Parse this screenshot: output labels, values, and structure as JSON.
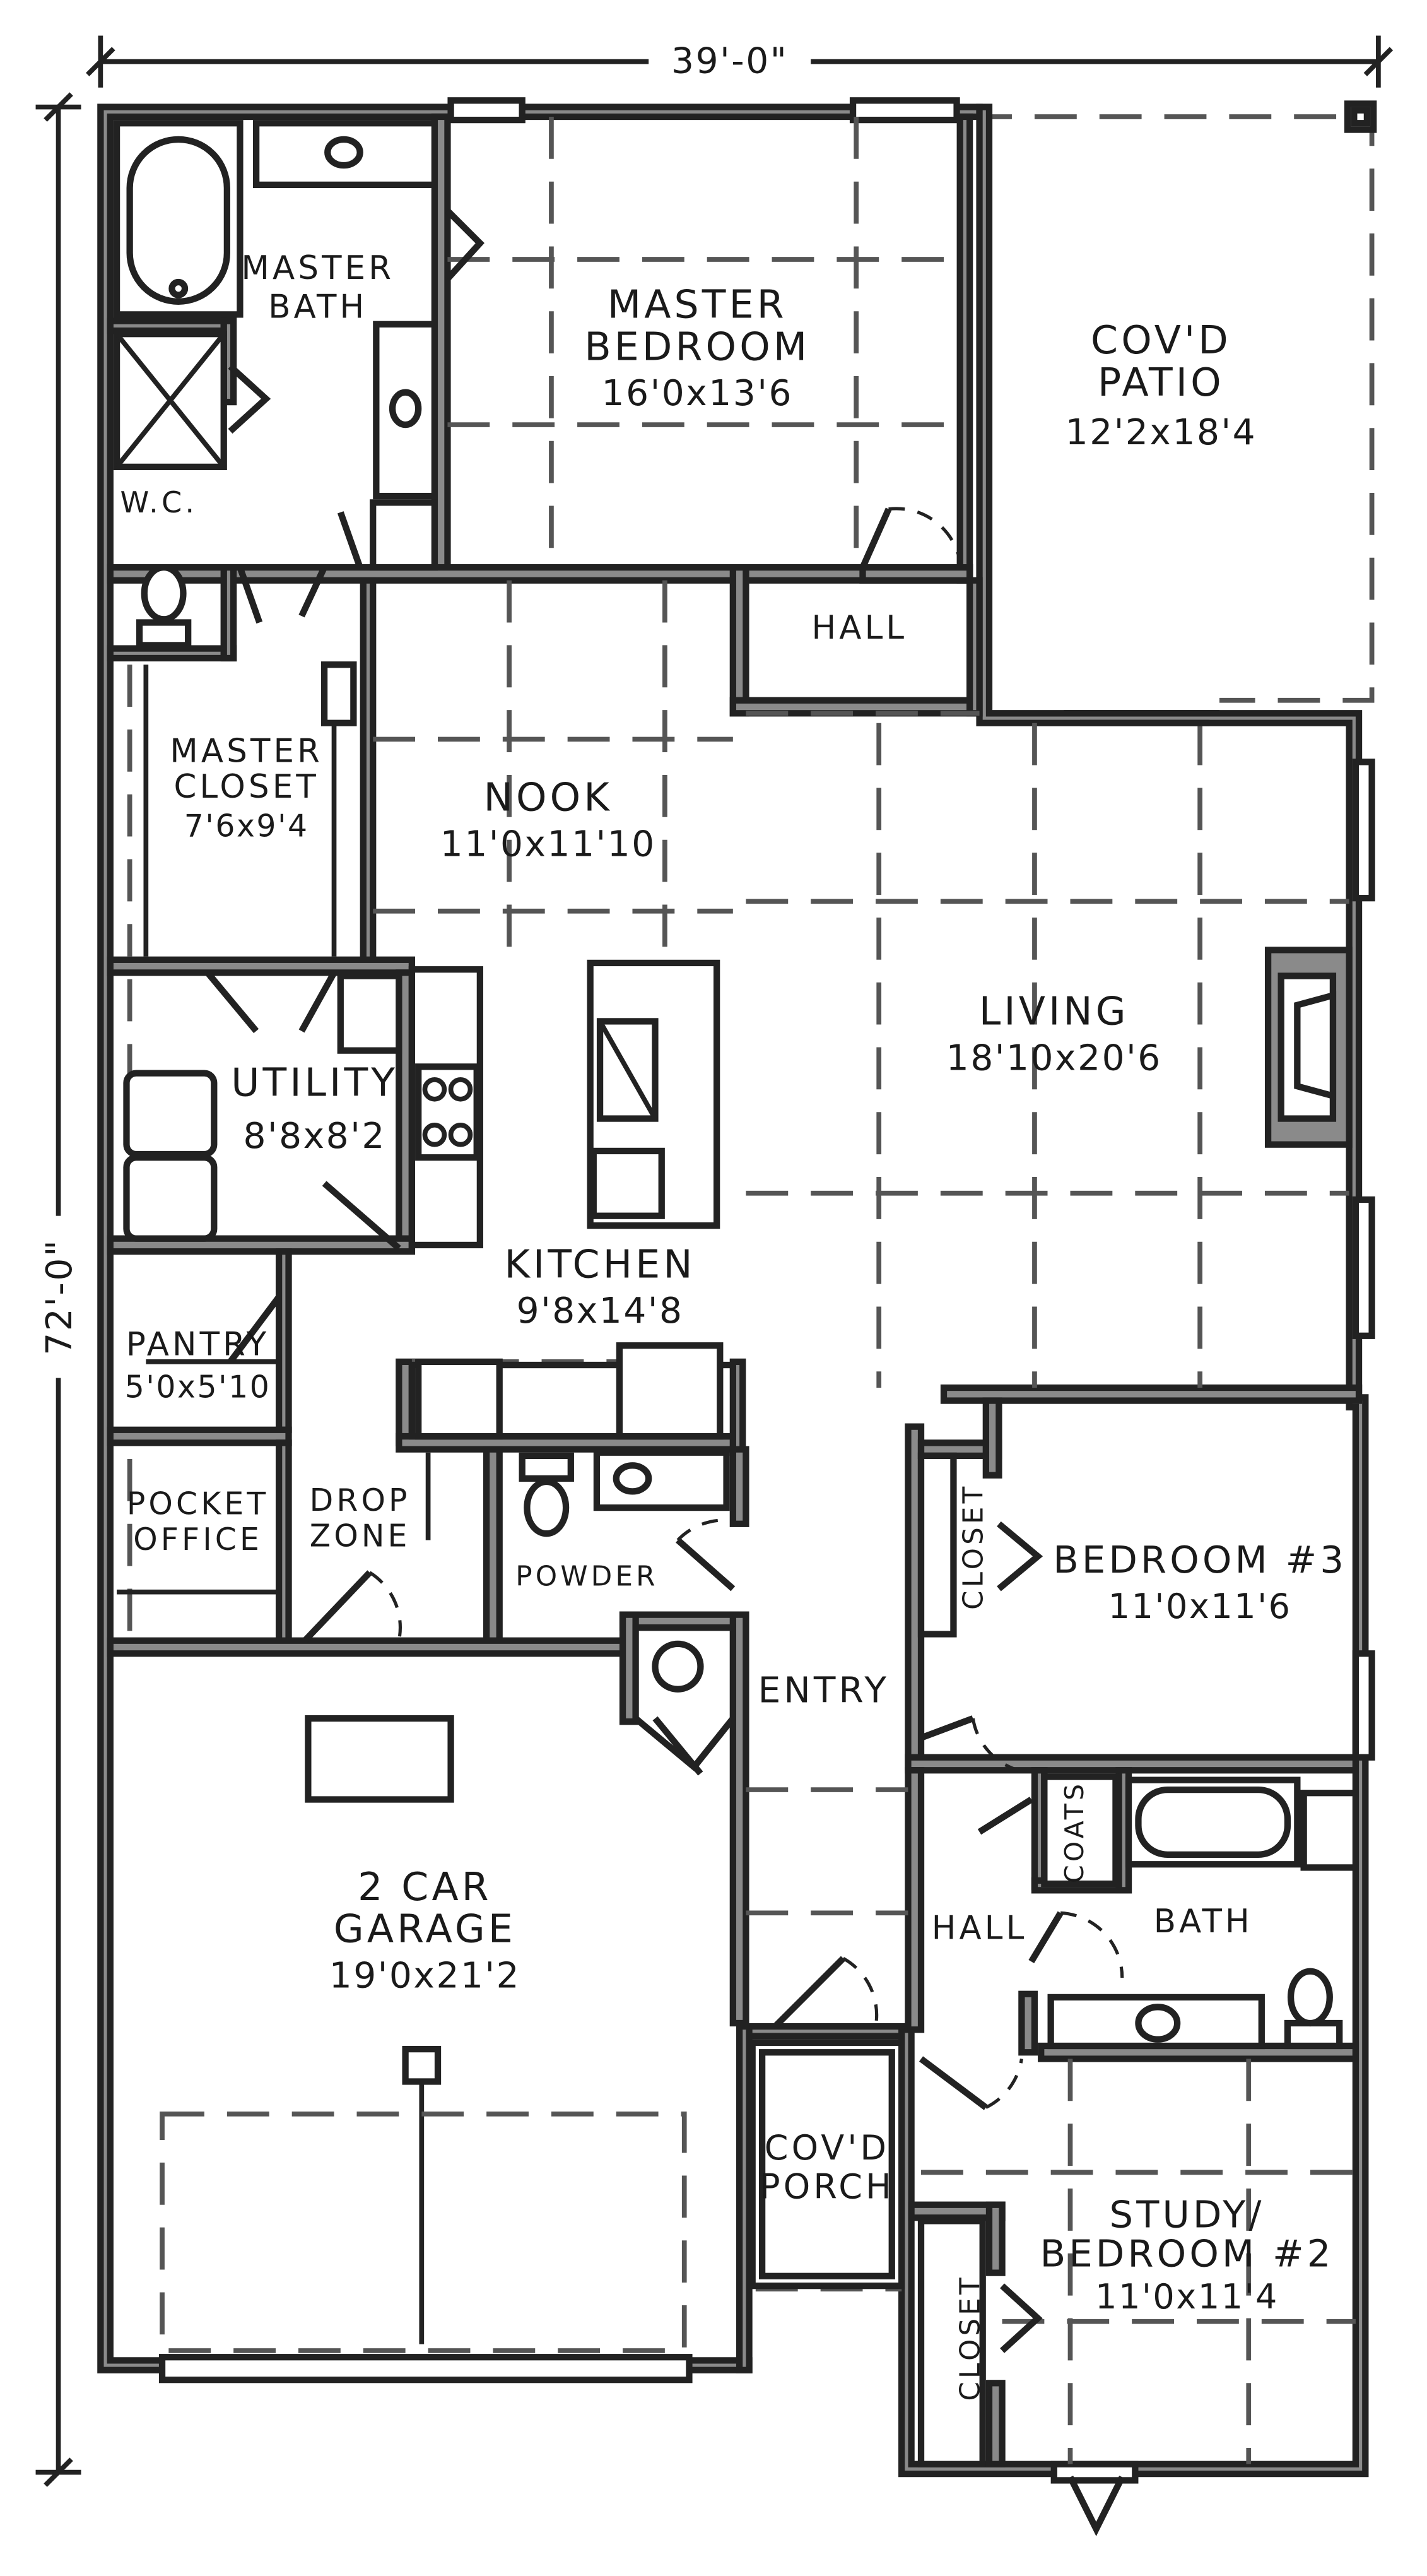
{
  "dimensions": {
    "width": "39'-0\"",
    "depth": "72'-0\""
  },
  "rooms": {
    "master_bath": {
      "name_line1": "MASTER",
      "name_line2": "BATH"
    },
    "master_bedroom": {
      "name_line1": "MASTER",
      "name_line2": "BEDROOM",
      "size": "16'0x13'6"
    },
    "covd_patio": {
      "name_line1": "COV'D",
      "name_line2": "PATIO",
      "size": "12'2x18'4"
    },
    "wc": {
      "name": "W.C."
    },
    "hall_upper": {
      "name": "HALL"
    },
    "master_closet": {
      "name_line1": "MASTER",
      "name_line2": "CLOSET",
      "size": "7'6x9'4"
    },
    "nook": {
      "name": "NOOK",
      "size": "11'0x11'10"
    },
    "living": {
      "name": "LIVING",
      "size": "18'10x20'6"
    },
    "utility": {
      "name": "UTILITY",
      "size": "8'8x8'2"
    },
    "kitchen": {
      "name": "KITCHEN",
      "size": "9'8x14'8"
    },
    "pantry": {
      "name": "PANTRY",
      "size": "5'0x5'10"
    },
    "pocket_office": {
      "name_line1": "POCKET",
      "name_line2": "OFFICE"
    },
    "drop_zone": {
      "name_line1": "DROP",
      "name_line2": "ZONE"
    },
    "powder": {
      "name": "POWDER"
    },
    "closet_bed3": {
      "name": "CLOSET"
    },
    "bedroom3": {
      "name": "BEDROOM #3",
      "size": "11'0x11'6"
    },
    "entry": {
      "name": "ENTRY"
    },
    "garage": {
      "name_line1": "2 CAR",
      "name_line2": "GARAGE",
      "size": "19'0x21'2"
    },
    "coats": {
      "name": "COATS"
    },
    "hall_lower": {
      "name": "HALL"
    },
    "bath": {
      "name": "BATH"
    },
    "covd_porch": {
      "name_line1": "COV'D",
      "name_line2": "PORCH"
    },
    "study": {
      "name_line1": "STUDY/",
      "name_line2": "BEDROOM #2",
      "size": "11'0x11'4"
    },
    "closet_study": {
      "name": "CLOSET"
    }
  }
}
